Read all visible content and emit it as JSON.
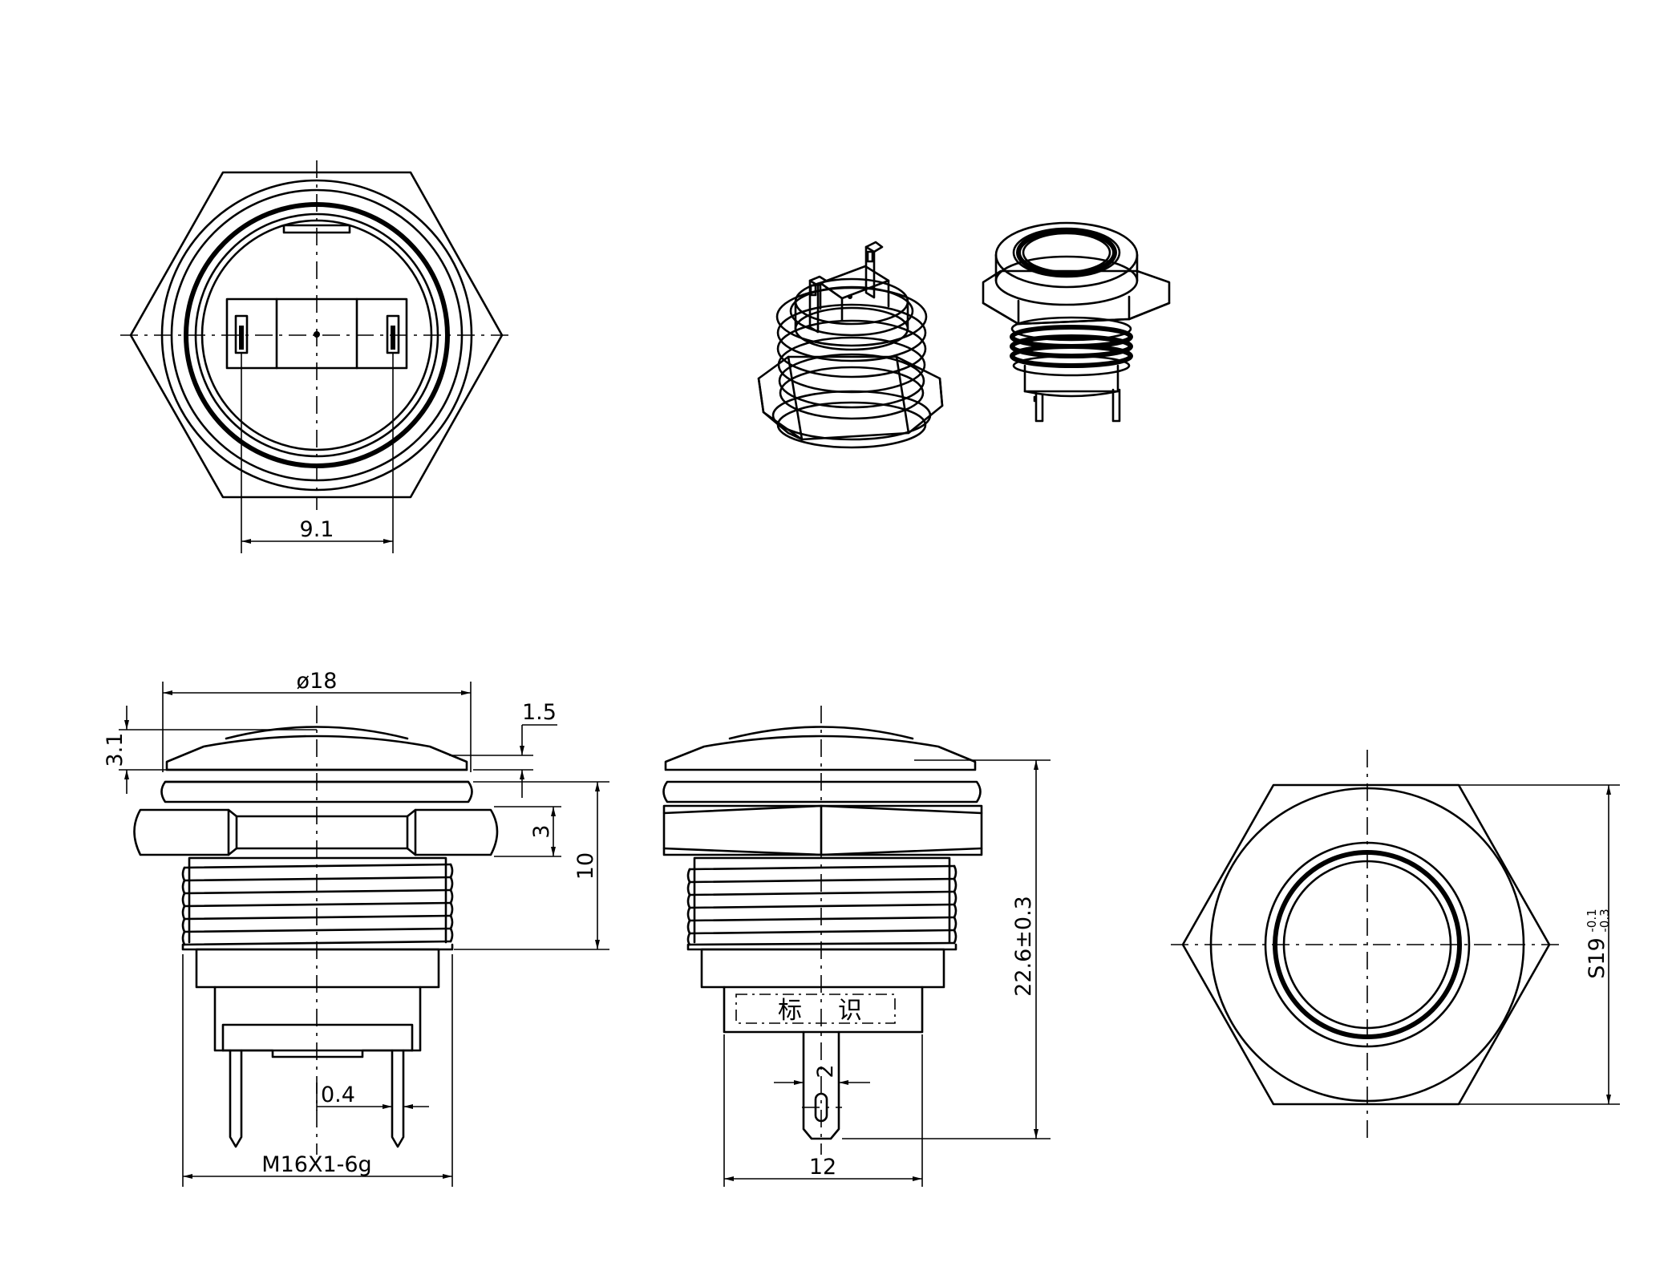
{
  "dimensions": {
    "terminal_spacing": "9.1",
    "head_diameter": "ø18",
    "ring_thickness": "1.5",
    "dome_height": "3.1",
    "nut_height": "3",
    "panel_depth": "10",
    "total_length": "22.6±0.3",
    "thread_spec": "M16X1-6g",
    "terminal_thickness": "0.4",
    "terminal_width": "2",
    "body_width": "12",
    "nut_size": "S19",
    "nut_tol_upper": "-0.1",
    "nut_tol_lower": "-0.3"
  },
  "marking": {
    "char_1": "标",
    "char_2": "识"
  }
}
